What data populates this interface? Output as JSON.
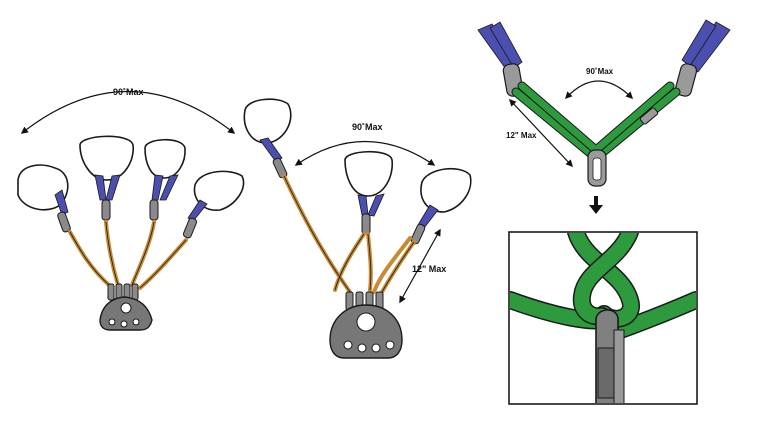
{
  "labels": {
    "angle_left": "90˚Max",
    "angle_middle": "90˚Max",
    "angle_right": "90˚Max",
    "length_middle": "12\" Max",
    "length_right": "12\" Max"
  },
  "colors": {
    "webbing_blue": "#4a4fb0",
    "cord_tan": "#c98a34",
    "sling_green": "#2e9a3e",
    "metal_grey": "#8a8a8a",
    "plate_grey": "#777777",
    "outline": "#1a1a1a"
  },
  "icons": [
    "arrow-down-icon"
  ]
}
